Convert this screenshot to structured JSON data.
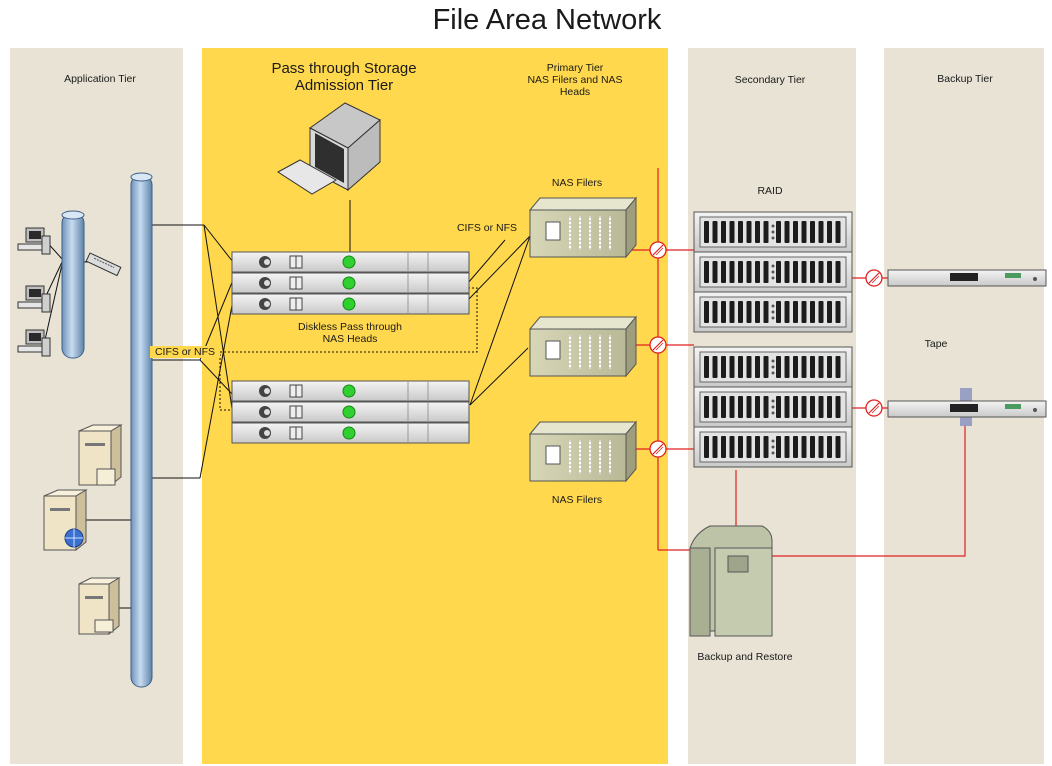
{
  "title": "File Area Network",
  "tiers": {
    "application": "Application Tier",
    "pass_through": [
      "Pass through Storage",
      "Admission Tier"
    ],
    "primary": [
      "Primary Tier",
      "NAS Filers and NAS",
      "Heads"
    ],
    "secondary": "Secondary Tier",
    "backup": "Backup Tier"
  },
  "labels": {
    "cifs_nfs_left": "CIFS or NFS",
    "cifs_nfs_right": "CIFS or NFS",
    "diskless": [
      "Diskless Pass through",
      "NAS Heads"
    ],
    "nas_filers_top": "NAS Filers",
    "nas_filers_bottom": "NAS Filers",
    "raid": "RAID",
    "tape": "Tape",
    "backup_restore": "Backup and Restore"
  },
  "colors": {
    "tier_bg": "#e8e3d5",
    "pass_through_bg": "#ffd84d",
    "san_link": "#e02020",
    "bus": "#9ab8d8"
  }
}
